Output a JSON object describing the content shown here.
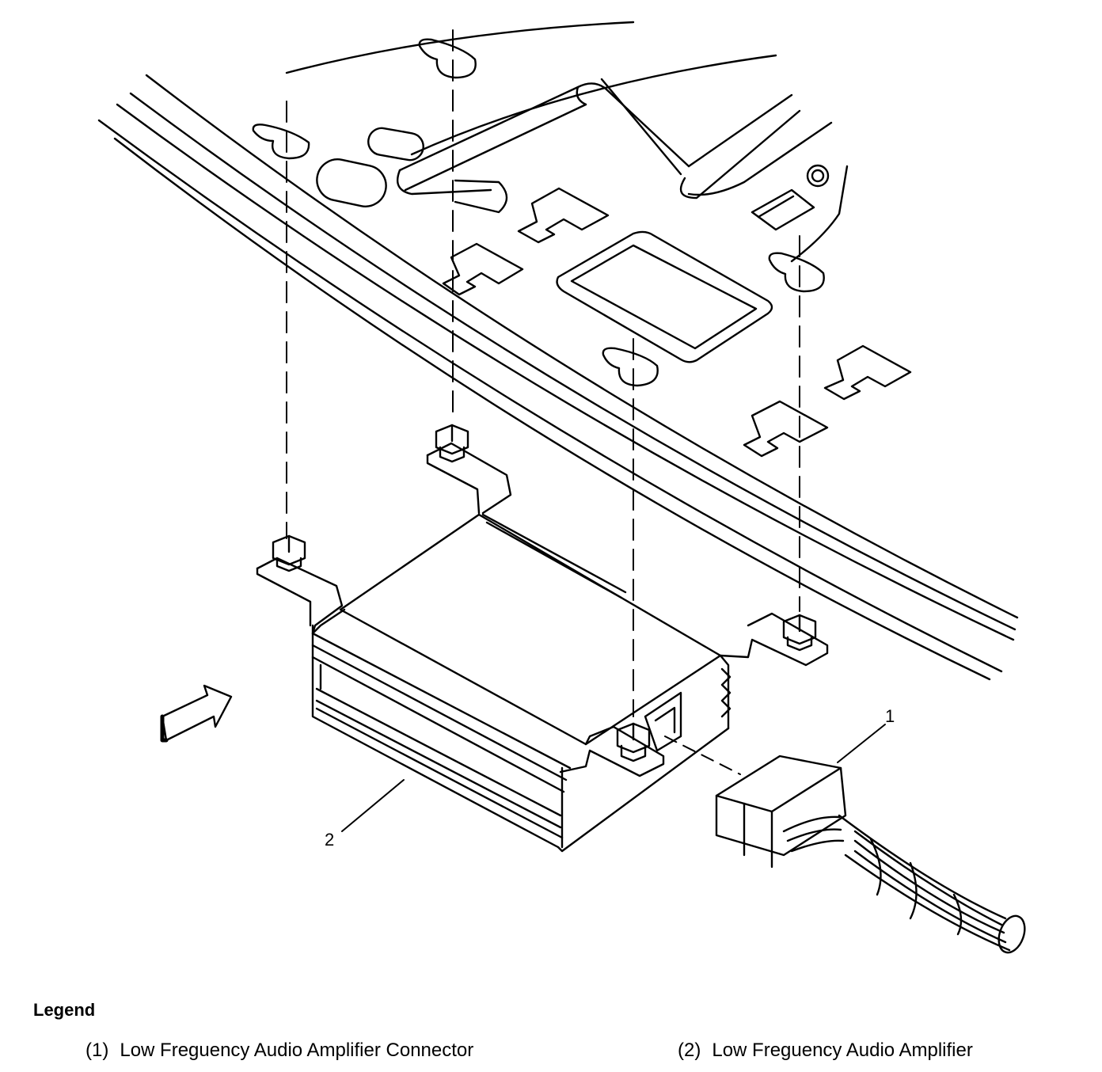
{
  "figure": {
    "callouts": [
      {
        "id": "1",
        "label": "1"
      },
      {
        "id": "2",
        "label": "2"
      }
    ]
  },
  "legend": {
    "title": "Legend",
    "items": [
      {
        "number": "(1)",
        "text": "Low Freguency Audio Amplifier Connector"
      },
      {
        "number": "(2)",
        "text": "Low Freguency Audio Amplifier"
      }
    ]
  }
}
